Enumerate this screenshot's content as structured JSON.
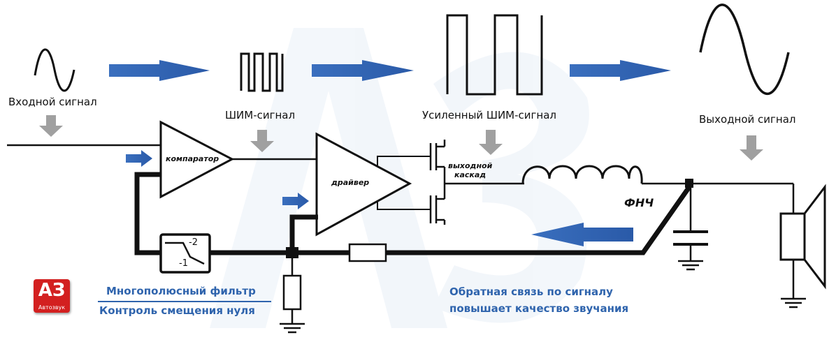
{
  "labels": {
    "input_signal": "Входной сигнал",
    "pwm_signal": "ШИМ-сигнал",
    "amplified_pwm": "Усиленный ШИМ-сигнал",
    "output_signal": "Выходной сигнал",
    "comparator": "компаратор",
    "driver": "драйвер",
    "output_stage_line1": "выходной",
    "output_stage_line2": "каскад",
    "lpf": "ФНЧ",
    "filter_gain_top": "-2",
    "filter_gain_bottom": "-1",
    "multipole_filter": "Многополюсный фильтр",
    "zero_offset_control": "Контроль смещения нуля",
    "feedback_line1": "Обратная связь по сигналу",
    "feedback_line2": "повышает качество звучания"
  },
  "logo": {
    "text": "АЗ",
    "subtext": "Автозвук"
  },
  "colors": {
    "flow_arrow": "#3a6fbe",
    "label_arrow": "#a0a0a0",
    "caption_blue": "#2f64ad",
    "logo_red": "#d32020",
    "wire": "#111111"
  }
}
